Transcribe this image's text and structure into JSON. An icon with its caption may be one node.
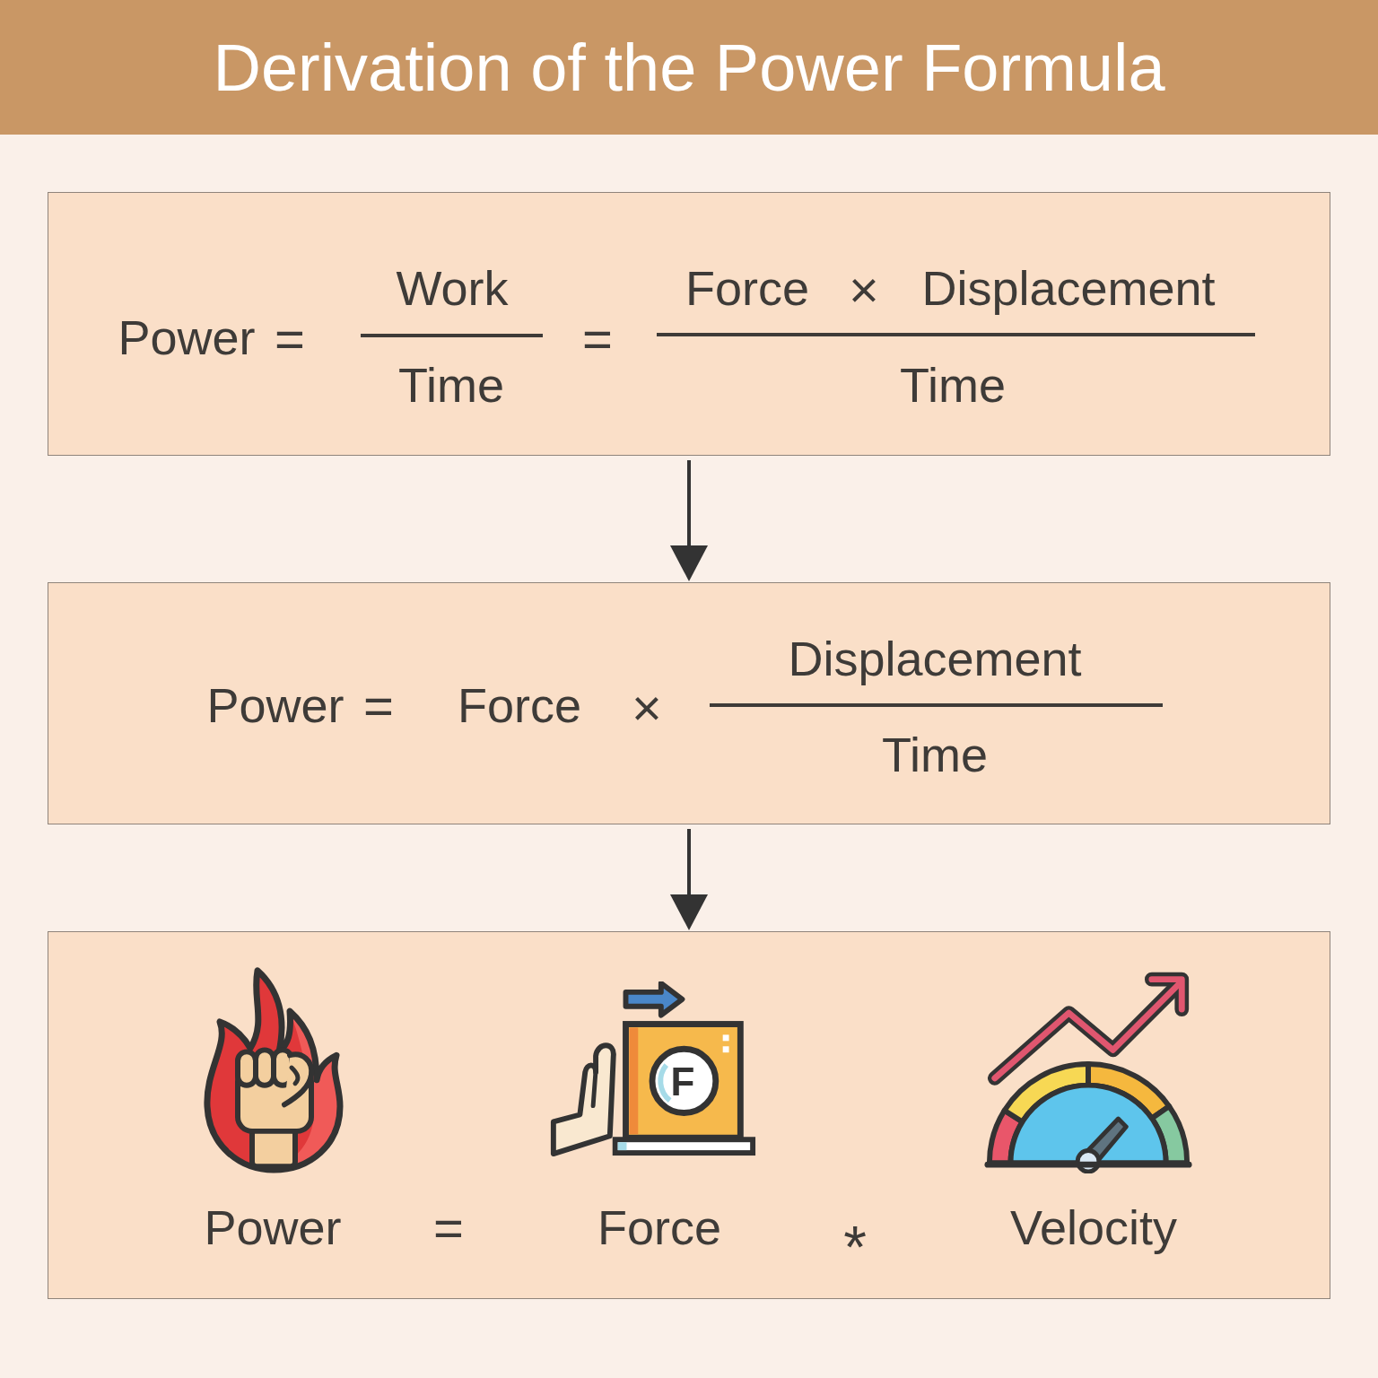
{
  "diagram": {
    "title": "Derivation of the Power Formula",
    "nodes": [
      {
        "text": [
          "Power",
          "=",
          "Work",
          "Time",
          "=",
          "Force",
          "×",
          "Displacement",
          "Time"
        ]
      },
      {
        "text": [
          "Power",
          "=",
          "Force",
          "×",
          "Displacement",
          "Time"
        ]
      },
      {
        "text": [
          "Power",
          "=",
          "Force",
          "*",
          "Velocity"
        ]
      }
    ],
    "edges": [
      {
        "from": 0,
        "to": 1,
        "arrow": "to"
      },
      {
        "from": 1,
        "to": 2,
        "arrow": "to"
      }
    ],
    "labels": [
      "F"
    ]
  }
}
